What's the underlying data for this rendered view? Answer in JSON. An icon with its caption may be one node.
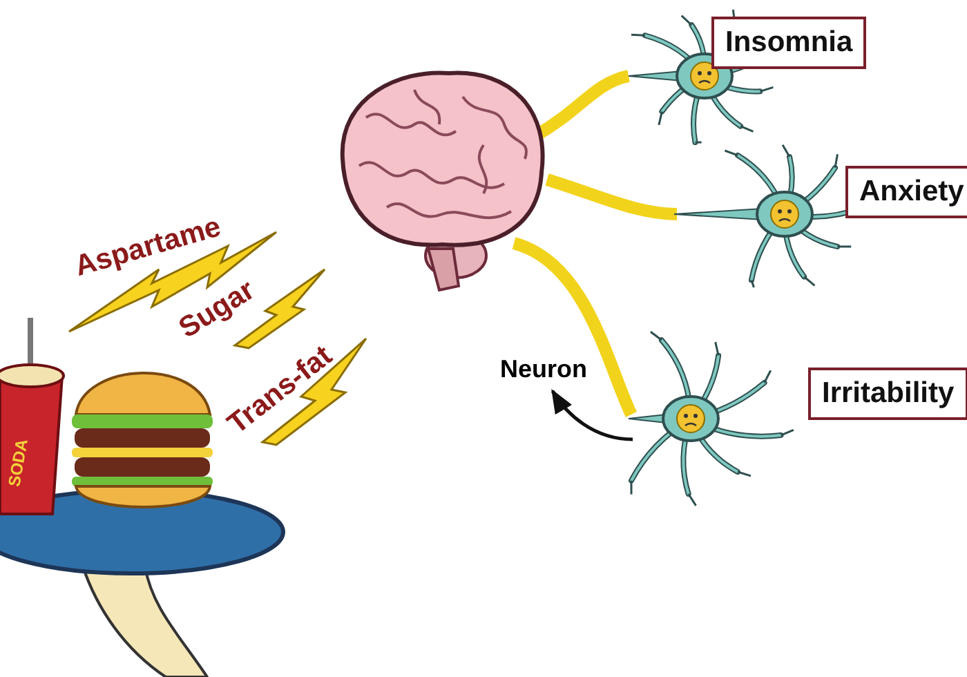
{
  "diagram": {
    "nodes": [
      {
        "text": [],
        "shape": "picture"
      },
      {
        "text": [],
        "shape": "picture"
      },
      {
        "text": [],
        "shape": "picture"
      },
      {
        "text": [],
        "shape": "picture"
      },
      {
        "text": [
          "Insomnia"
        ]
      },
      {
        "text": [
          "Anxiety"
        ]
      },
      {
        "text": [
          "Irritability"
        ]
      },
      {
        "text": [
          "Neuron"
        ]
      }
    ],
    "edges": [
      {
        "from": 0,
        "to": 1,
        "arrow": "none"
      },
      {
        "from": 0,
        "to": 2,
        "arrow": "none"
      },
      {
        "from": 0,
        "to": 3,
        "arrow": "none"
      },
      {
        "from": 3,
        "to": 7,
        "arrow": "to",
        "color": "#111111"
      }
    ],
    "labels": [
      "Aspartame",
      "Sugar",
      "Trans-fat",
      "SODA"
    ]
  }
}
